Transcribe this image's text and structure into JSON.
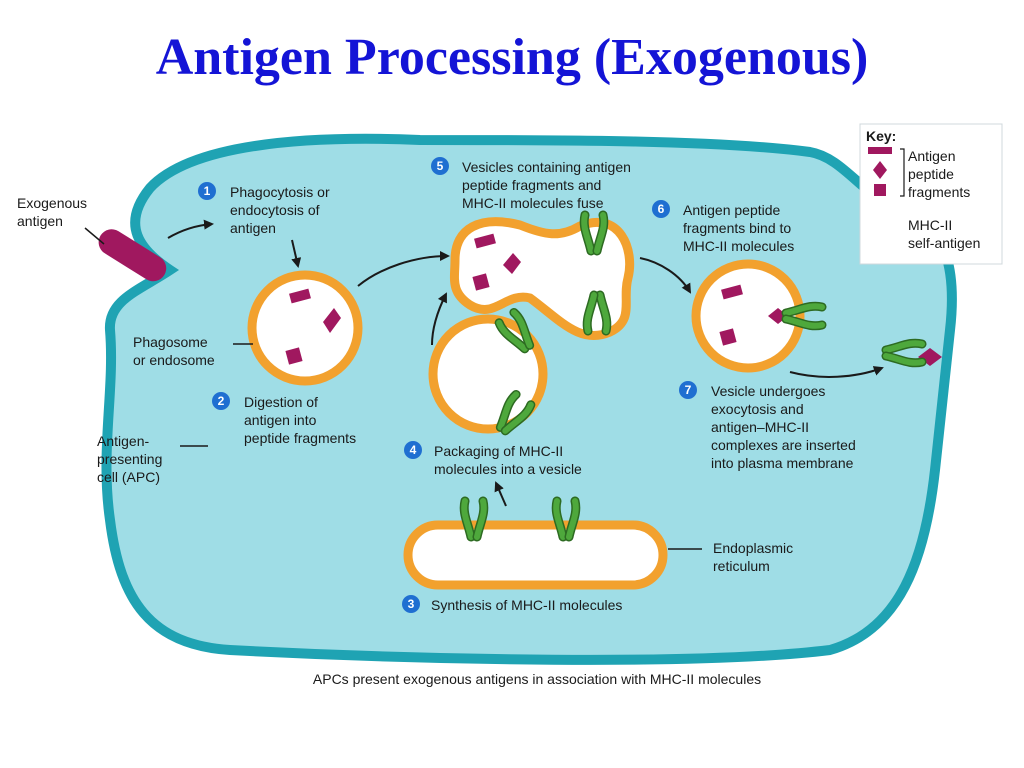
{
  "title": "Antigen Processing (Exogenous)",
  "colors": {
    "title": "#1414d6",
    "cell_fill": "#9fdde6",
    "cell_stroke": "#1fa3b3",
    "vesicle_stroke": "#f2a12e",
    "antigen": "#a0185f",
    "mhc": "#4ea83c",
    "badge": "#1f6fd1"
  },
  "labels": {
    "exogenous_antigen": [
      "Exogenous",
      "antigen"
    ],
    "phagosome": [
      "Phagosome",
      "or endosome"
    ],
    "apc": [
      "Antigen-",
      "presenting",
      "cell (APC)"
    ],
    "er": [
      "Endoplasmic",
      "reticulum"
    ]
  },
  "steps": [
    {
      "num": "1",
      "lines": [
        "Phagocytosis or",
        "endocytosis of",
        "antigen"
      ]
    },
    {
      "num": "2",
      "lines": [
        "Digestion of",
        "antigen into",
        "peptide fragments"
      ]
    },
    {
      "num": "3",
      "lines": [
        "Synthesis of MHC-II molecules"
      ]
    },
    {
      "num": "4",
      "lines": [
        "Packaging of MHC-II",
        "molecules into a vesicle"
      ]
    },
    {
      "num": "5",
      "lines": [
        "Vesicles containing antigen",
        "peptide fragments and",
        "MHC-II molecules fuse"
      ]
    },
    {
      "num": "6",
      "lines": [
        "Antigen peptide",
        "fragments bind to",
        "MHC-II molecules"
      ]
    },
    {
      "num": "7",
      "lines": [
        "Vesicle undergoes",
        "exocytosis and",
        "antigen–MHC-II",
        "complexes are inserted",
        "into plasma membrane"
      ]
    }
  ],
  "key": {
    "title": "Key:",
    "antigen_lines": [
      "Antigen",
      "peptide",
      "fragments"
    ],
    "mhc_lines": [
      "MHC-II",
      "self-antigen"
    ]
  },
  "caption": "APCs present exogenous antigens in association with MHC-II molecules"
}
